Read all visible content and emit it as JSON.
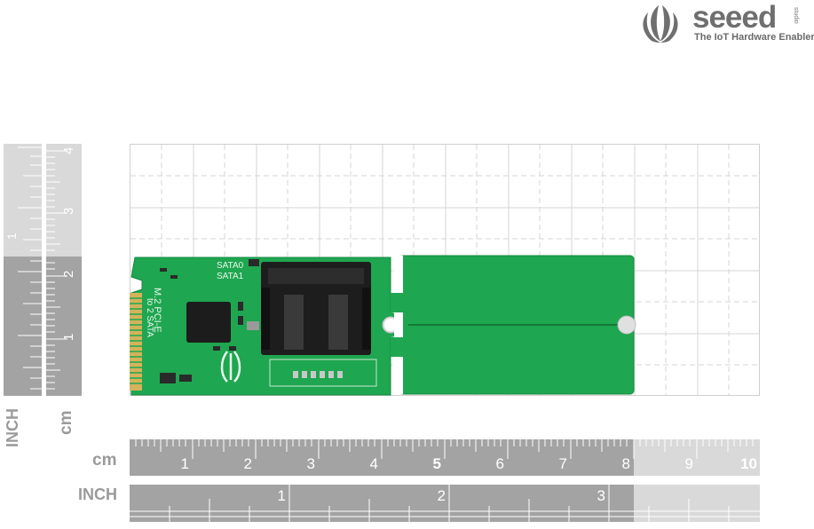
{
  "brand": {
    "name": "seeed",
    "suffix": "studio",
    "tagline": "The IoT Hardware Enabler",
    "colors": {
      "logo": "#6f6f6f",
      "pcb": "#1fa650",
      "pcb_dark": "#148a3f"
    }
  },
  "rulers": {
    "horizontal_cm": {
      "unit": "cm",
      "ticks": [
        "1",
        "2",
        "3",
        "4",
        "5",
        "6",
        "7",
        "8",
        "9",
        "10"
      ]
    },
    "horizontal_inch": {
      "unit": "INCH",
      "ticks": [
        "1",
        "2",
        "3"
      ]
    },
    "vertical_inch": {
      "unit": "INCH",
      "ticks": [
        "1"
      ]
    },
    "vertical_cm": {
      "unit": "cm",
      "ticks": [
        "1",
        "2",
        "3",
        "4"
      ]
    }
  },
  "board": {
    "silkscreen": {
      "sata0": "SATA0",
      "sata1": "SATA1",
      "pcie": "M.2 PCI-E",
      "sata": "to 2 SATA"
    }
  }
}
